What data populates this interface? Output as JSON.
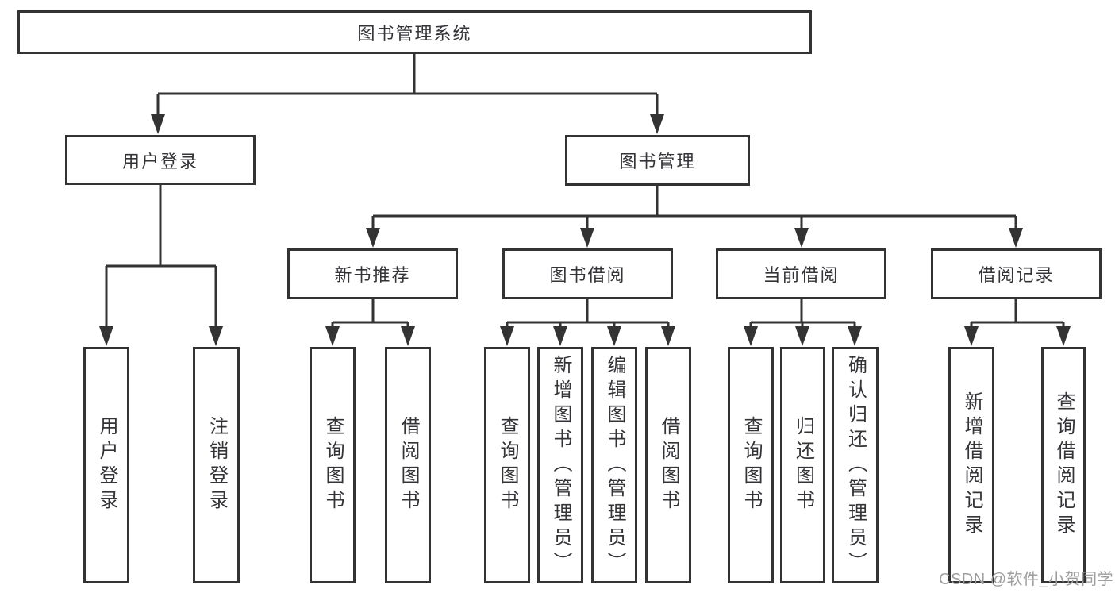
{
  "diagram": {
    "title": "图书管理系统",
    "nodes": {
      "root": {
        "label": "图书管理系统"
      },
      "l2": [
        {
          "label": "用户登录"
        },
        {
          "label": "图书管理"
        }
      ],
      "l3": [
        {
          "label": "新书推荐"
        },
        {
          "label": "图书借阅"
        },
        {
          "label": "当前借阅"
        },
        {
          "label": "借阅记录"
        }
      ],
      "leaves": [
        {
          "label": "用户登录"
        },
        {
          "label": "注销登录"
        },
        {
          "label": "查询图书"
        },
        {
          "label": "借阅图书"
        },
        {
          "label": "查询图书"
        },
        {
          "label": "新增图书（管理员）"
        },
        {
          "label": "编辑图书（管理员）"
        },
        {
          "label": "借阅图书"
        },
        {
          "label": "查询图书"
        },
        {
          "label": "归还图书"
        },
        {
          "label": "确认归还（管理员）"
        },
        {
          "label": "新增借阅记录"
        },
        {
          "label": "查询借阅记录"
        }
      ]
    },
    "hierarchy": {
      "图书管理系统": {
        "用户登录": [
          "用户登录",
          "注销登录"
        ],
        "图书管理": {
          "新书推荐": [
            "查询图书",
            "借阅图书"
          ],
          "图书借阅": [
            "查询图书",
            "新增图书（管理员）",
            "编辑图书（管理员）",
            "借阅图书"
          ],
          "当前借阅": [
            "查询图书",
            "归还图书",
            "确认归还（管理员）"
          ],
          "借阅记录": [
            "新增借阅记录",
            "查询借阅记录"
          ]
        }
      }
    },
    "colors": {
      "line": "#333333",
      "box_border": "#333333",
      "box_fill": "#ffffff",
      "text": "#333338",
      "background": "#ffffff",
      "watermark": "#9e9e9e"
    }
  },
  "watermark": "CSDN @软件_小贺同学"
}
